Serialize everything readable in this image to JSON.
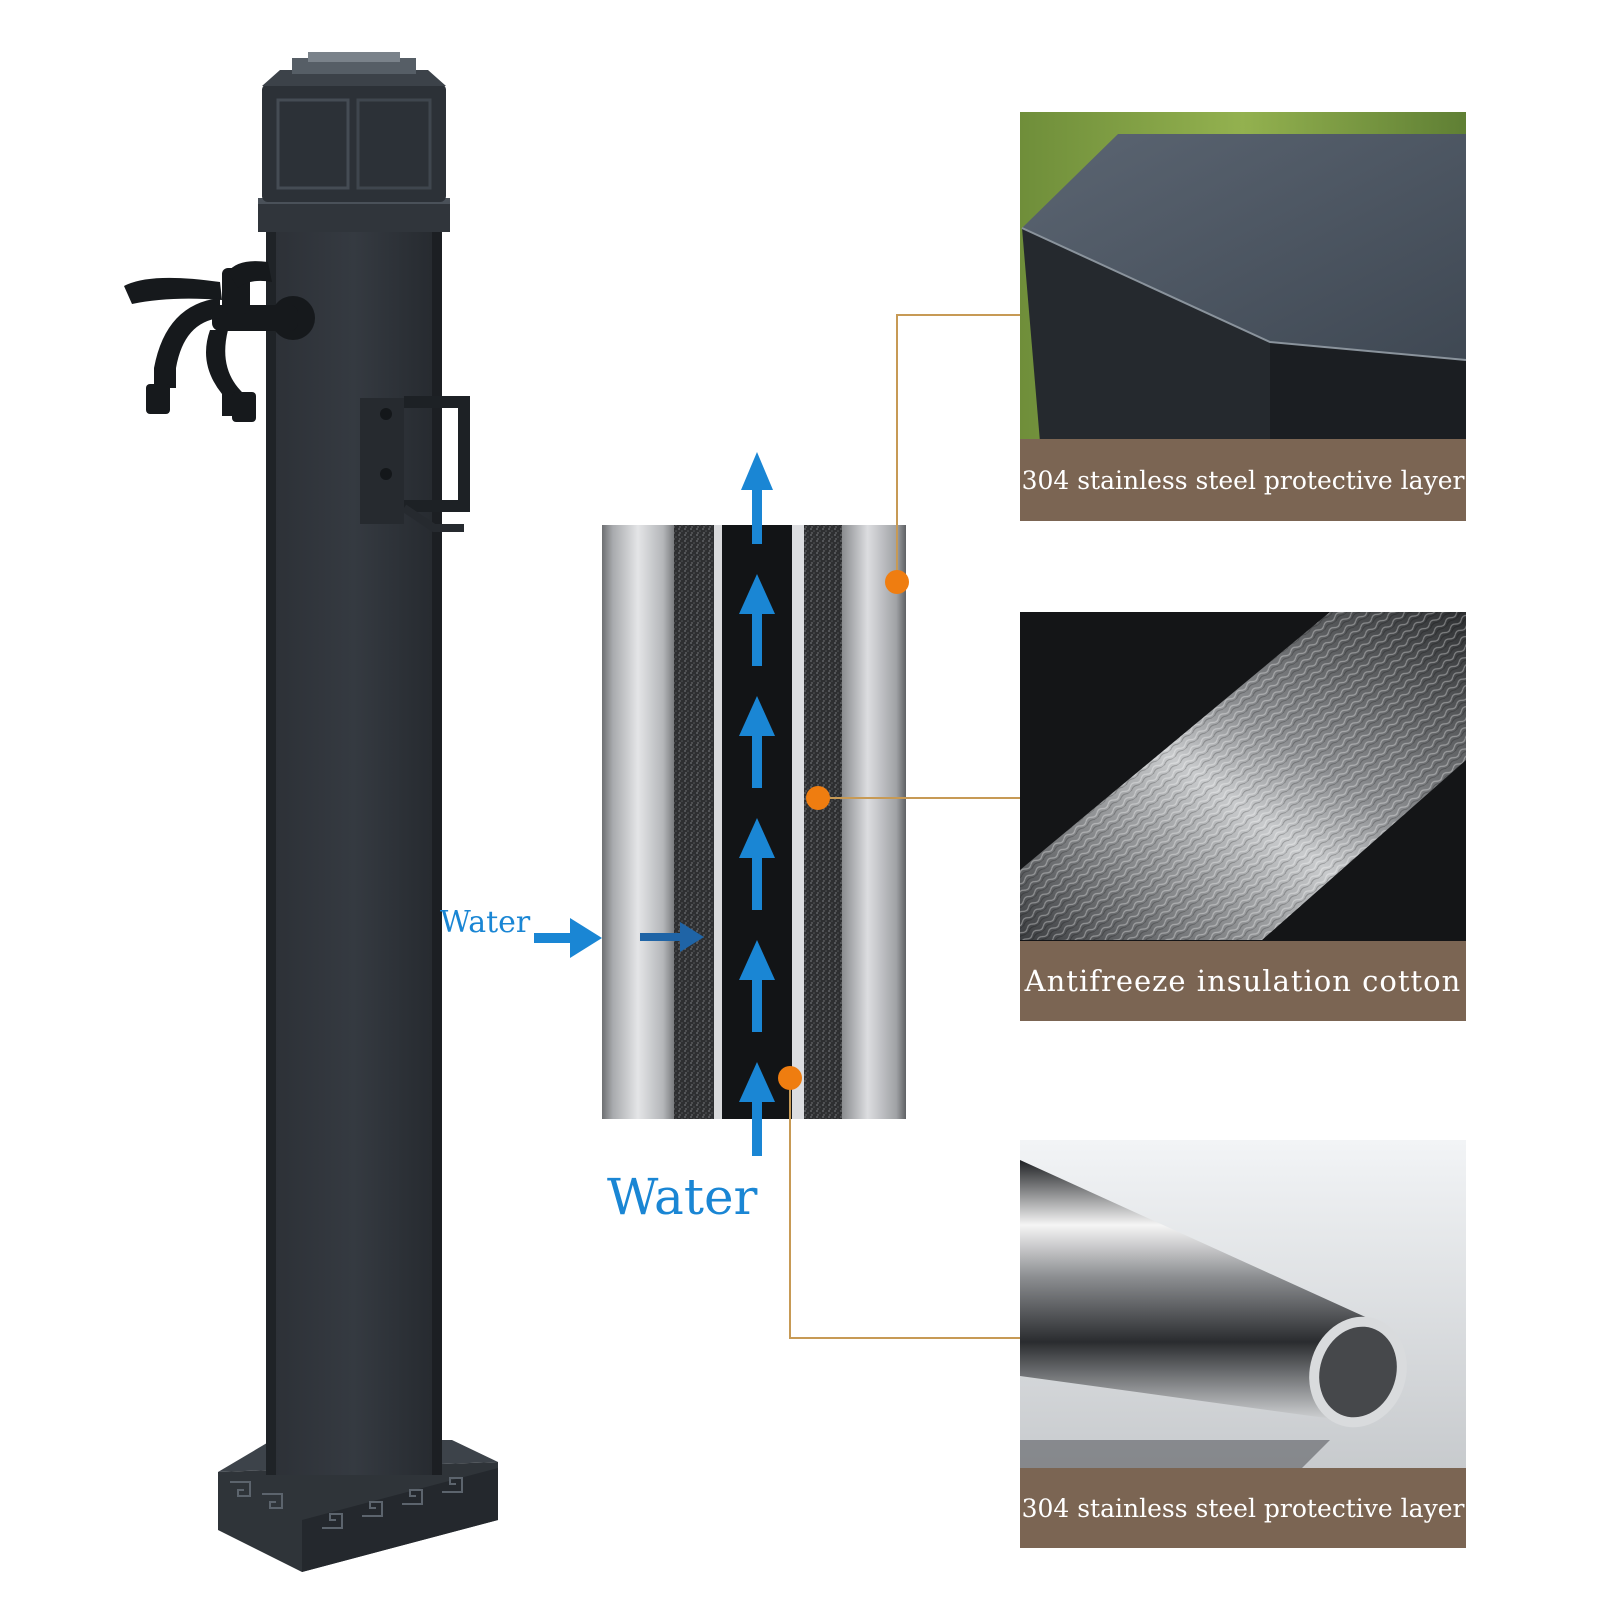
{
  "labels": {
    "top_panel": "304 stainless steel protective layer",
    "middle_panel": "Antifreeze insulation cotton",
    "bottom_panel": "304 stainless steel protective layer",
    "water_inlet": "Water",
    "water_bottom": "Water"
  },
  "colors": {
    "post": "#2a2e33",
    "caption_band": "#7b6553",
    "water_arrow": "#1a86d4",
    "callout_line": "#c79a55",
    "callout_dot": "#ef7d10"
  },
  "icons": {
    "flow_arrow": "arrow-up-icon",
    "inlet_arrow": "arrow-right-icon",
    "callout_marker": "dot-icon"
  }
}
